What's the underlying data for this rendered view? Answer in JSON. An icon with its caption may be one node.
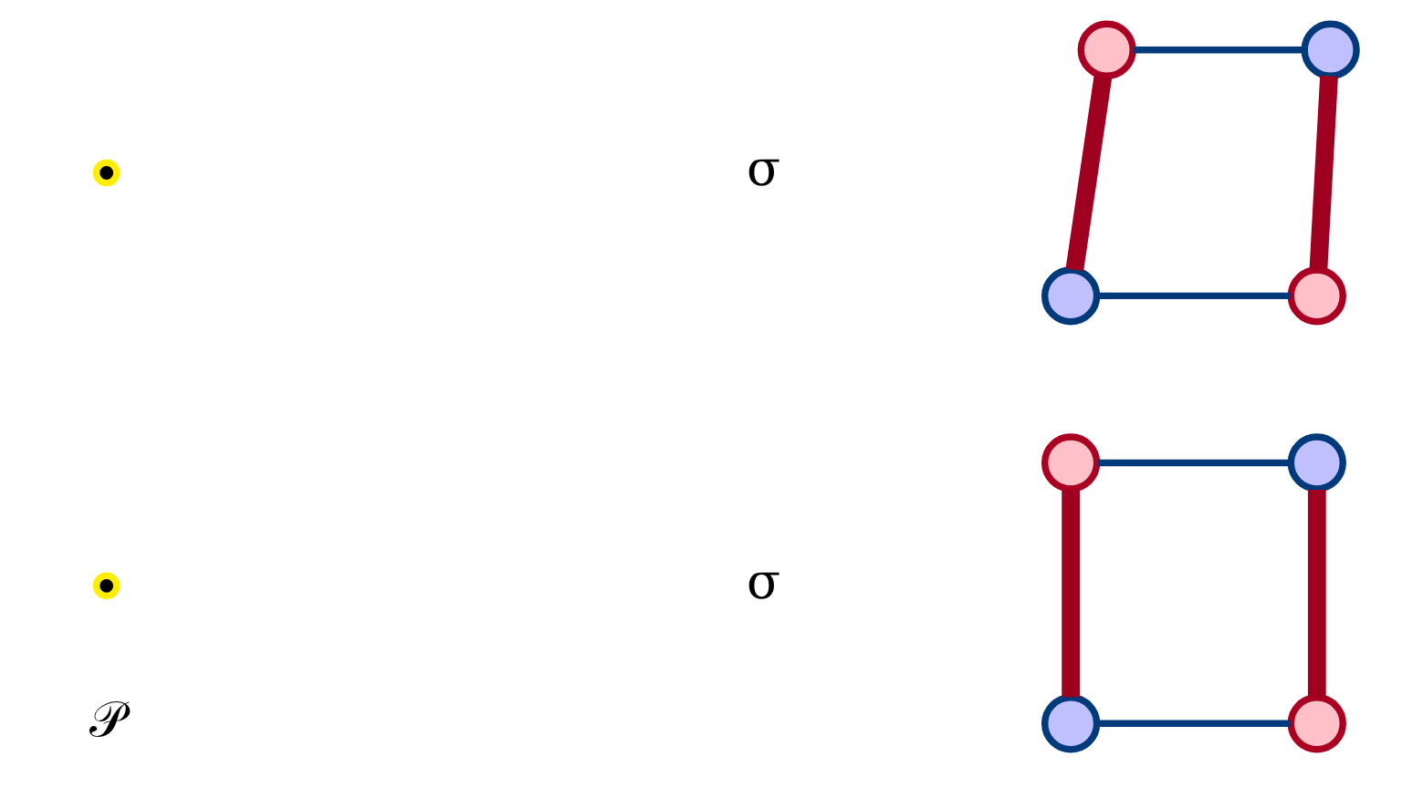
{
  "diagram": {
    "nodes": [
      {
        "text": [],
        "shape": "circle"
      },
      {
        "text": [],
        "shape": "circle"
      },
      {
        "text": [],
        "shape": "circle"
      },
      {
        "text": [],
        "shape": "circle"
      },
      {
        "text": [],
        "shape": "circle"
      },
      {
        "text": [],
        "shape": "circle"
      },
      {
        "text": [],
        "shape": "circle"
      },
      {
        "text": [],
        "shape": "circle"
      },
      {
        "text": [],
        "shape": "circle"
      },
      {
        "text": [],
        "shape": "circle"
      }
    ],
    "edges": [
      {
        "from": 1,
        "to": 2,
        "arrow": "none"
      },
      {
        "from": 1,
        "to": 3,
        "arrow": "none",
        "style": "thick",
        "color": "#a00020"
      },
      {
        "from": 2,
        "to": 4,
        "arrow": "none",
        "style": "thick",
        "color": "#a00020"
      },
      {
        "from": 3,
        "to": 4,
        "arrow": "none"
      },
      {
        "from": 6,
        "to": 7,
        "arrow": "none"
      },
      {
        "from": 6,
        "to": 8,
        "arrow": "none",
        "style": "thick",
        "color": "#a00020"
      },
      {
        "from": 7,
        "to": 9,
        "arrow": "none",
        "style": "thick",
        "color": "#a00020"
      },
      {
        "from": 8,
        "to": 9,
        "arrow": "none"
      }
    ],
    "labels": [
      "σ",
      "σ",
      "𝒫"
    ]
  }
}
